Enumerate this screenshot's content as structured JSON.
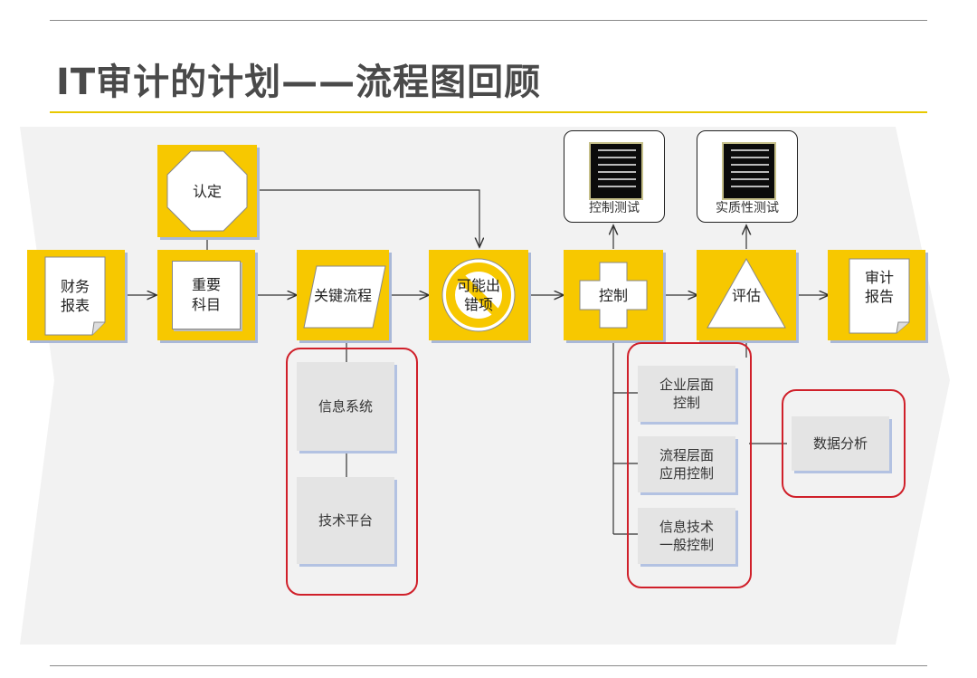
{
  "title": "IT审计的计划——流程图回顾",
  "nodes": {
    "financial_report": "财务\n报表",
    "recognition": "认定",
    "key_account": "重要\n科目",
    "key_process": "关键流程",
    "potential_error": "可能出\n错项",
    "control": "控制",
    "evaluation": "评估",
    "audit_report": "审计\n报告"
  },
  "popups": {
    "control_test": "控制测试",
    "substantive_test": "实质性测试"
  },
  "systems_group": [
    "信息系统",
    "技术平台"
  ],
  "controls_group": [
    "企业层面\n控制",
    "流程层面\n应用控制",
    "信息技术\n一般控制"
  ],
  "analysis": "数据分析",
  "colors": {
    "node_yellow": "#f7c800",
    "red_outline": "#d0202a",
    "gray_box": "#e4e4e4",
    "shadow_blue": "#a9b8d8"
  }
}
